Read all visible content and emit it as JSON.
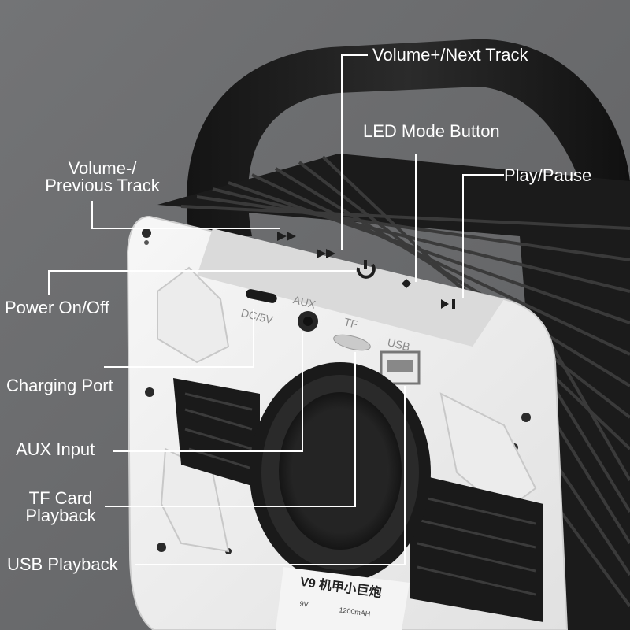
{
  "labels": {
    "volume_up": "Volume+/Next Track",
    "led_mode": "LED Mode Button",
    "play_pause": "Play/Pause",
    "volume_down_line1": "Volume-/",
    "volume_down_line2": "Previous Track",
    "power": "Power On/Off",
    "charging": "Charging Port",
    "aux": "AUX Input",
    "tf_line1": "TF Card",
    "tf_line2": "Playback",
    "usb": "USB Playback"
  },
  "port_labels": {
    "dc": "DC/5V",
    "aux": "AUX",
    "tf": "TF",
    "usb": "USB"
  },
  "product_label": {
    "model": "V9 机甲小巨炮",
    "spec1": "9V",
    "spec2": "1200mAH"
  },
  "colors": {
    "background": "#6e6f71",
    "annotation": "#ffffff",
    "panel": "#f2f2f2",
    "body": "#1c1c1c"
  }
}
